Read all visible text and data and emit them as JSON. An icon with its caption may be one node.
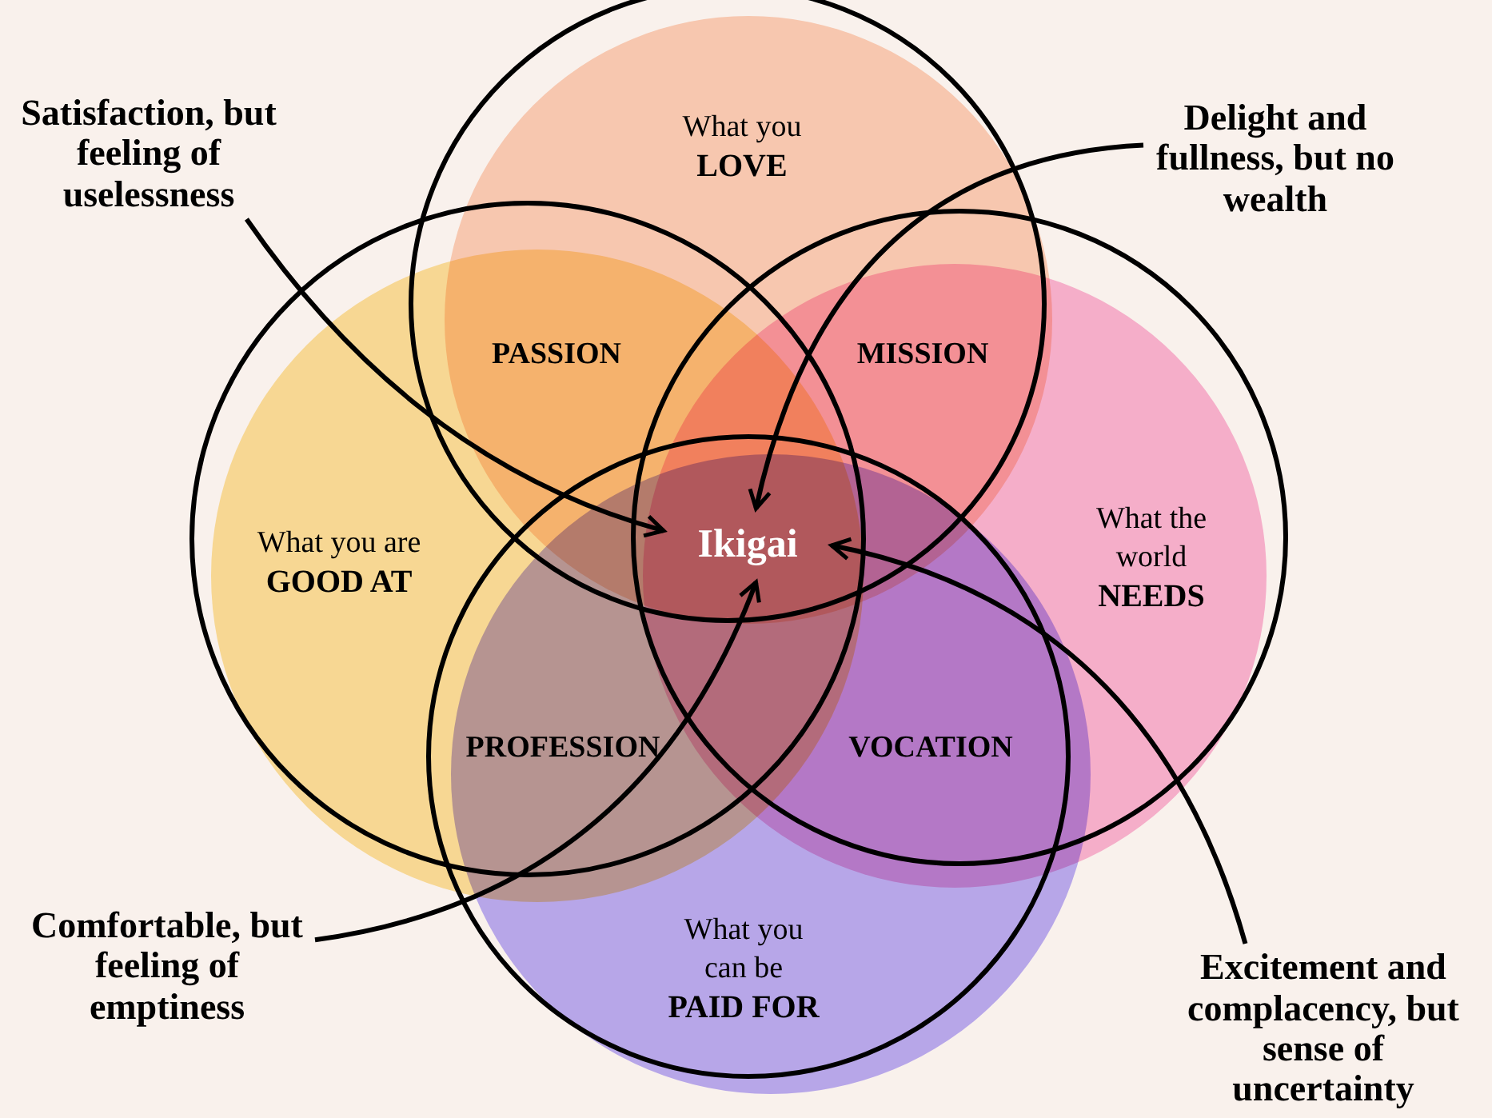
{
  "diagram": {
    "nodes": [
      {
        "text": [
          "What you",
          "LOVE"
        ]
      },
      {
        "text": [
          "What you are",
          "GOOD AT"
        ]
      },
      {
        "text": [
          "What the world",
          "NEEDS"
        ]
      },
      {
        "text": [
          "What you can be",
          "PAID FOR"
        ]
      },
      {
        "text": [
          "Ikigai"
        ]
      },
      {
        "text": [
          "Satisfaction, but feeling of uselessness"
        ]
      },
      {
        "text": [
          "Delight and fullness, but no wealth"
        ]
      },
      {
        "text": [
          "Comfortable, but feeling of emptiness"
        ]
      },
      {
        "text": [
          "Excitement and complacency, but sense of uncertainty"
        ]
      }
    ],
    "edges": [
      {
        "from": 5,
        "to": 4,
        "arrow": "to"
      },
      {
        "from": 6,
        "to": 4,
        "arrow": "to"
      },
      {
        "from": 7,
        "to": 4,
        "arrow": "to"
      },
      {
        "from": 8,
        "to": 4,
        "arrow": "to"
      }
    ],
    "labels": [
      "PASSION",
      "MISSION",
      "PROFESSION",
      "VOCATION"
    ]
  }
}
